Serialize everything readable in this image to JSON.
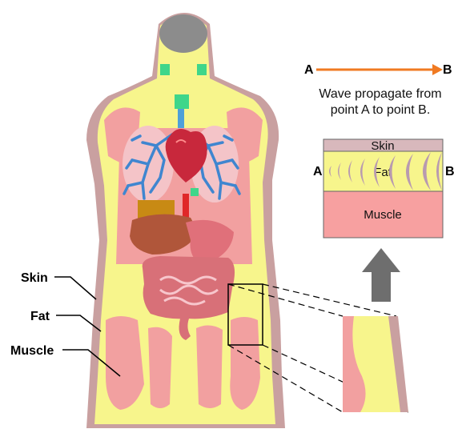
{
  "body_labels": {
    "skin": "Skin",
    "fat": "Fat",
    "muscle": "Muscle"
  },
  "propagation": {
    "start": "A",
    "end": "B",
    "caption_line1": "Wave propagate from",
    "caption_line2": "point A to point B."
  },
  "layers": {
    "skin": "Skin",
    "fat": "Fat",
    "muscle": "Muscle",
    "left_point": "A",
    "right_point": "B"
  },
  "colors": {
    "skin": "#c9a0a0",
    "skin_inset": "#d8b8bc",
    "fat": "#f7f58c",
    "muscle": "#f2a0a0",
    "arrow_orange": "#f07a22",
    "up_arrow": "#6e6e6e",
    "lung_vessels": "#3f86d0",
    "heart": "#c8283c",
    "liver": "#b0563a",
    "intestine": "#d87078",
    "wave": "#b89ab0"
  }
}
